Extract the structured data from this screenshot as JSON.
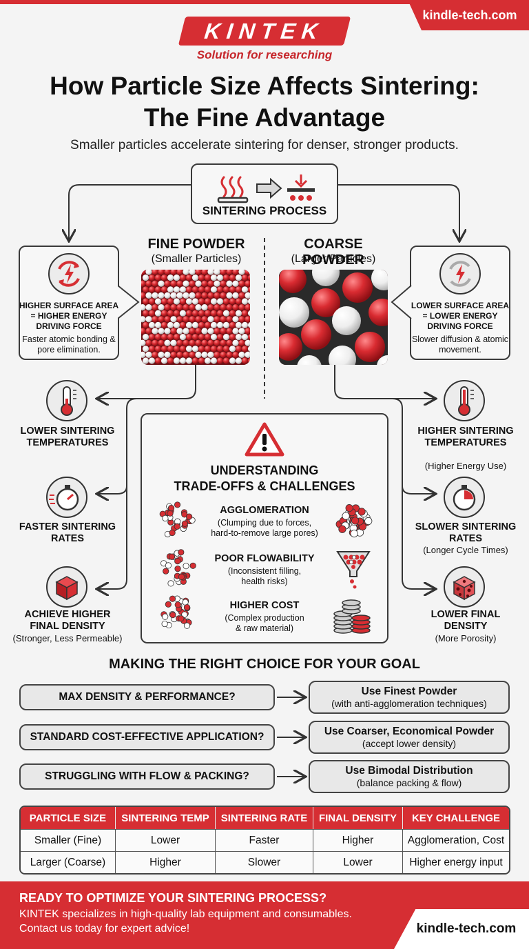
{
  "header": {
    "url": "kindle-tech.com",
    "logo": "KINTEK",
    "tagline": "Solution for researching"
  },
  "title_line1": "How Particle Size Affects Sintering:",
  "title_line2": "The Fine Advantage",
  "subtitle": "Smaller particles accelerate sintering for denser, stronger products.",
  "process": {
    "label": "SINTERING PROCESS"
  },
  "fine": {
    "heading": "FINE POWDER",
    "sub": "(Smaller Particles)",
    "side_title": "HIGHER SURFACE AREA = HIGHER ENERGY DRIVING FORCE",
    "side_desc": "Faster atomic bonding & pore elimination.",
    "effects": [
      {
        "title": "LOWER SINTERING TEMPERATURES",
        "sub": ""
      },
      {
        "title": "FASTER SINTERING RATES",
        "sub": ""
      },
      {
        "title": "ACHIEVE HIGHER FINAL DENSITY",
        "sub": "(Stronger, Less Permeable)"
      }
    ]
  },
  "coarse": {
    "heading": "COARSE POWDER",
    "sub": "(Larger Particles)",
    "side_title": "LOWER SURFACE AREA = LOWER ENERGY DRIVING FORCE",
    "side_desc": "Slower diffusion & atomic movement.",
    "effects": [
      {
        "title": "HIGHER SINTERING TEMPERATURES",
        "sub": "(Higher Energy Use)"
      },
      {
        "title": "SLOWER SINTERING RATES",
        "sub": "(Longer Cycle Times)"
      },
      {
        "title": "LOWER FINAL DENSITY",
        "sub": "(More Porosity)"
      }
    ]
  },
  "tradeoffs": {
    "heading_line1": "UNDERSTANDING",
    "heading_line2": "TRADE-OFFS & CHALLENGES",
    "items": [
      {
        "title": "AGGLOMERATION",
        "desc1": "(Clumping due to forces,",
        "desc2": "hard-to-remove large pores)"
      },
      {
        "title": "POOR FLOWABILITY",
        "desc1": "(Inconsistent filling,",
        "desc2": "health risks)"
      },
      {
        "title": "HIGHER COST",
        "desc1": "(Complex production",
        "desc2": "& raw material)"
      }
    ]
  },
  "choice": {
    "heading": "MAKING THE RIGHT CHOICE FOR YOUR GOAL",
    "rows": [
      {
        "question": "MAX DENSITY & PERFORMANCE?",
        "answer": "Use Finest Powder",
        "answer_sub": "(with anti-agglomeration techniques)"
      },
      {
        "question": "STANDARD COST-EFFECTIVE APPLICATION?",
        "answer": "Use Coarser, Economical Powder",
        "answer_sub": "(accept lower density)"
      },
      {
        "question": "STRUGGLING WITH FLOW & PACKING?",
        "answer": "Use Bimodal Distribution",
        "answer_sub": "(balance packing & flow)"
      }
    ]
  },
  "table": {
    "headers": [
      "PARTICLE SIZE",
      "SINTERING TEMP",
      "SINTERING RATE",
      "FINAL DENSITY",
      "KEY CHALLENGE"
    ],
    "rows": [
      [
        "Smaller (Fine)",
        "Lower",
        "Faster",
        "Higher",
        "Agglomeration, Cost"
      ],
      [
        "Larger (Coarse)",
        "Higher",
        "Slower",
        "Lower",
        "Higher energy input"
      ]
    ]
  },
  "footer": {
    "heading": "READY TO OPTIMIZE YOUR SINTERING PROCESS?",
    "line1": "KINTEK specializes in high-quality lab equipment and consumables.",
    "line2": "Contact us today for expert advice!",
    "url": "kindle-tech.com"
  },
  "colors": {
    "accent": "#d62e33",
    "dark": "#3a3a3a",
    "background": "#f4f4f4"
  }
}
